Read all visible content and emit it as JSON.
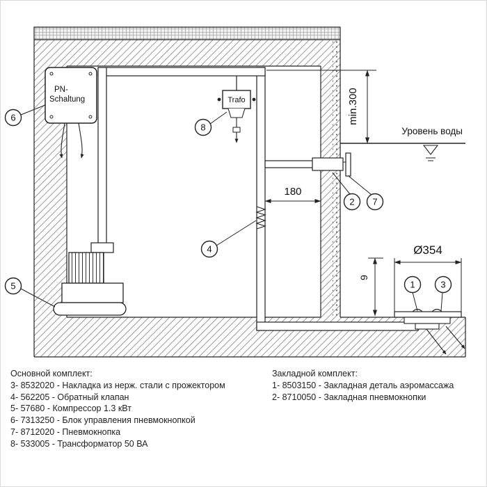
{
  "page": {
    "background": "#ffffff",
    "line_color": "#222222",
    "hatch_color": "#9a9a9a"
  },
  "diagram": {
    "labels": {
      "pn_box_line1": "PN-",
      "pn_box_line2": "Schaltung",
      "trafo": "Trafo",
      "water_level": "Уровень воды"
    },
    "dimensions": {
      "min_height": "min.300",
      "wall_offset": "180",
      "diameter": "Ø354",
      "depth": "9"
    },
    "callouts": [
      "1",
      "2",
      "3",
      "4",
      "5",
      "6",
      "7",
      "8"
    ]
  },
  "legend": {
    "left": {
      "title": "Основной комплект:",
      "items": [
        "3- 8532020 - Накладка из нерж. стали с прожектором",
        "4- 562205 - Обратный клапан",
        "5- 57680 - Компрессор 1.3 кВт",
        "6- 7313250 - Блок управления пневмокнопкой",
        "7- 8712020 - Пневмокнопка",
        "8- 533005 - Трансформатор 50 ВА"
      ]
    },
    "right": {
      "title": "Закладной комплект:",
      "items": [
        "1- 8503150 - Закладная деталь аэромассажа",
        "2- 8710050 - Закладная пневмокнопки"
      ]
    }
  }
}
